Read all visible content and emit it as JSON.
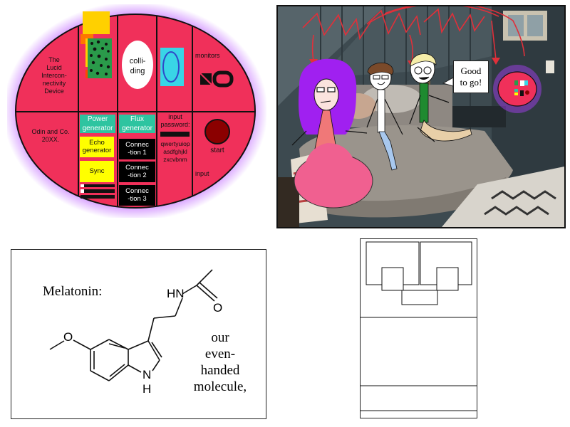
{
  "device": {
    "title_lines": [
      "The",
      "Lucid",
      "Intercon-",
      "nectivity",
      "Device"
    ],
    "maker_lines": [
      "Odin and Co.",
      "20XX."
    ],
    "colliding_lines": [
      "colli-",
      "ding"
    ],
    "monitors_label": "monitors",
    "power_generator_lines": [
      "Power",
      "generator"
    ],
    "flux_generator_lines": [
      "Flux",
      "generator"
    ],
    "echo_generator_lines": [
      "Echo",
      "generator"
    ],
    "sync_label": "Sync",
    "connection_1_lines": [
      "Connec",
      "-tion 1"
    ],
    "connection_2_lines": [
      "Connec",
      "-tion 2"
    ],
    "connection_3_lines": [
      "Connec",
      "-tion 3"
    ],
    "input_password_lines": [
      "input",
      "password:"
    ],
    "keyboard_lines": [
      "qwertyuiop",
      "asdfghjkl",
      "zxcvbnm"
    ],
    "start_label": "start",
    "input_label": "input",
    "colors": {
      "body": "#f0305a",
      "glow": "#b040ff",
      "teal": "#2ec4a0",
      "yellow": "#ffff00",
      "black": "#000000",
      "dark_red": "#8b0000"
    }
  },
  "photo": {
    "speech_bubble_lines": [
      "Good",
      "to go!"
    ]
  },
  "melatonin": {
    "label": "Melatonin:",
    "hn_label": "HN",
    "o_label": "O",
    "o_methoxy_label": "O",
    "nh_n": "N",
    "nh_h": "H",
    "caption_lines": [
      "our",
      "even-",
      "handed",
      "molecule,"
    ]
  }
}
